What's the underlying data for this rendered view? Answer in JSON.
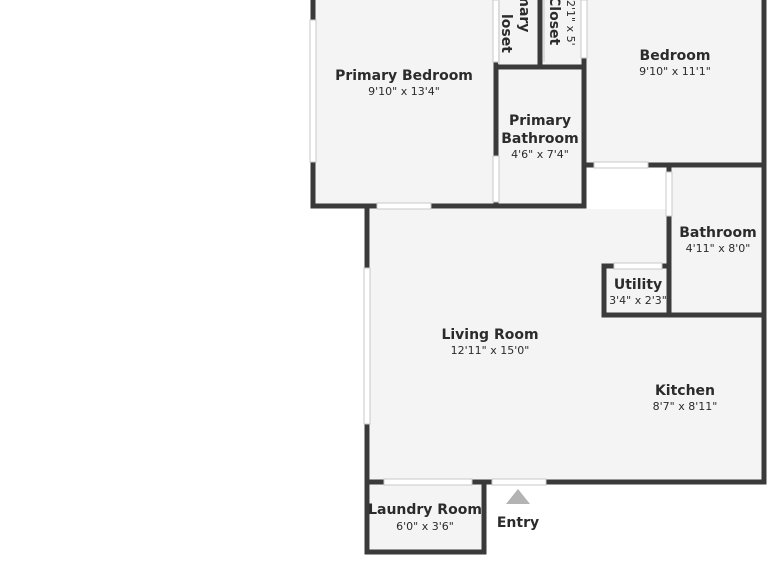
{
  "colors": {
    "wall": "#3a3a3a",
    "floor": "#f4f4f4",
    "window": "#ffffff",
    "arrow": "#b3b3b3"
  },
  "rooms": {
    "primary_closet": {
      "name": "Primary Closet",
      "name_visible": "imary",
      "line2_visible": "loset"
    },
    "closet": {
      "name": "Closet",
      "dim_visible": "2'1\" x 5'"
    },
    "primary_bedroom": {
      "name": "Primary Bedroom",
      "dim": "9'10\" x 13'4\""
    },
    "primary_bathroom": {
      "name_line1": "Primary",
      "name_line2": "Bathroom",
      "dim": "4'6\" x 7'4\""
    },
    "bedroom": {
      "name": "Bedroom",
      "dim": "9'10\" x 11'1\""
    },
    "bathroom": {
      "name": "Bathroom",
      "dim": "4'11\" x 8'0\""
    },
    "utility": {
      "name": "Utility",
      "dim": "3'4\" x 2'3\""
    },
    "living_room": {
      "name": "Living Room",
      "dim": "12'11\" x 15'0\""
    },
    "kitchen": {
      "name": "Kitchen",
      "dim": "8'7\" x 8'11\""
    },
    "laundry_room": {
      "name": "Laundry Room",
      "dim": "6'0\" x 3'6\""
    }
  },
  "entry": {
    "label": "Entry",
    "icon": "triangle-up-icon"
  }
}
